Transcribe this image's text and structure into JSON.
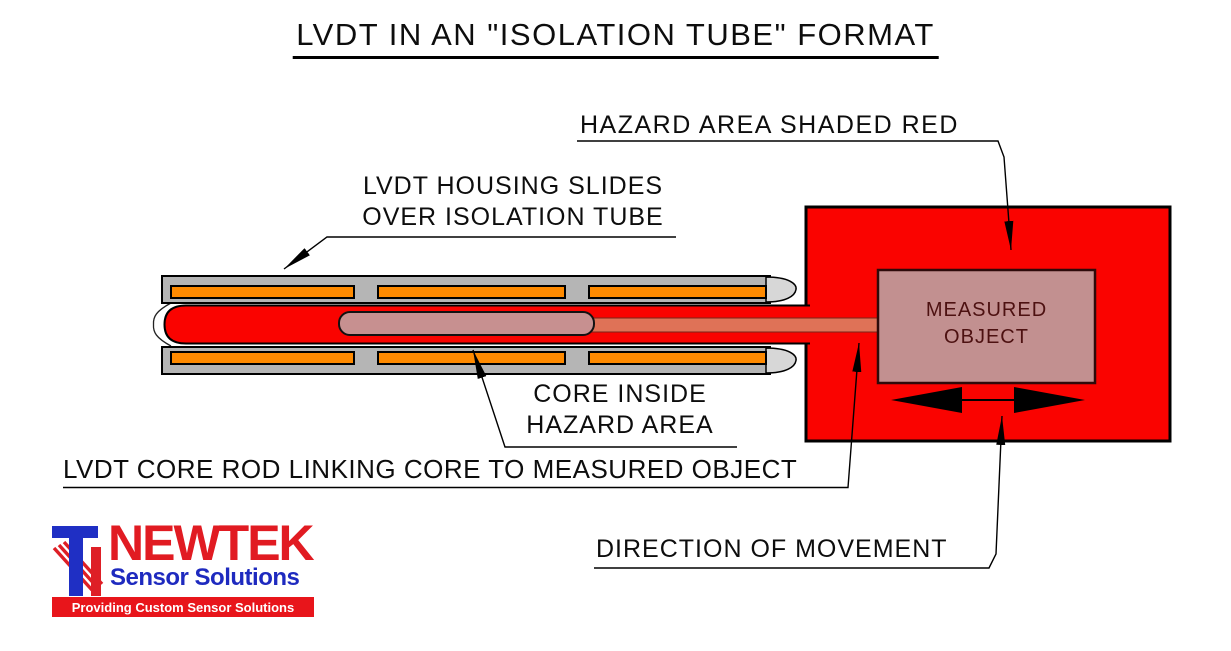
{
  "title": "LVDT IN AN \"ISOLATION TUBE\" FORMAT",
  "labels": {
    "hazard_area": "HAZARD AREA SHADED RED",
    "housing": {
      "line1": "LVDT HOUSING SLIDES",
      "line2": "OVER ISOLATION TUBE"
    },
    "core_inside": {
      "line1": "CORE INSIDE",
      "line2": "HAZARD AREA"
    },
    "core_rod": "LVDT CORE ROD LINKING CORE TO MEASURED OBJECT",
    "direction": "DIRECTION OF MOVEMENT"
  },
  "measured_object": {
    "line1": "MEASURED",
    "line2": "OBJECT"
  },
  "logo": {
    "monogram": "NT",
    "brand": "NEWTEK",
    "subtitle": "Sensor Solutions",
    "tagline": "Providing Custom Sensor Solutions"
  },
  "diagram": {
    "parts": [
      "lvdt-housing",
      "coil-windings",
      "isolation-tube",
      "hazard-area",
      "lvdt-core",
      "core-rod",
      "measured-object",
      "direction-of-movement-arrow"
    ],
    "colors": {
      "hazard_red": "#fa0300",
      "coil_orange": "#ff8a00",
      "housing_gray": "#b5b5b5",
      "housing_end_cap_gray": "#d7d7d7",
      "core_pink": "#c79090",
      "core_rod_salmon": "#df7257",
      "measured_object_fill": "#c29090",
      "measured_object_text": "#4d1111",
      "outline_black": "#000000"
    }
  },
  "logo_colors": {
    "brand_red": "#e11b22",
    "subtitle_blue": "#1e2abf",
    "banner_red": "#e8151b",
    "banner_text": "#ffffff"
  }
}
